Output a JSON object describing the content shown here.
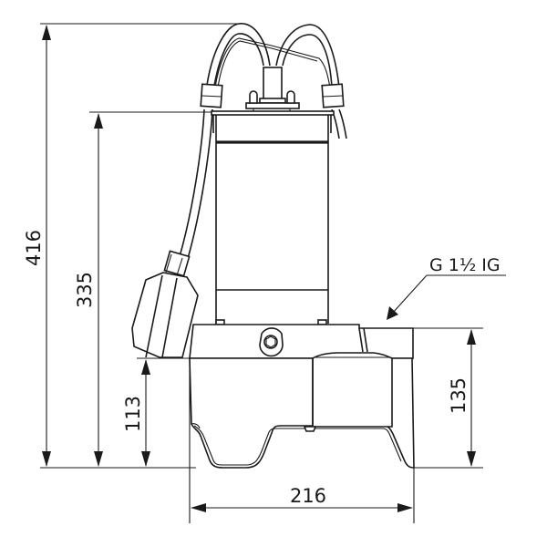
{
  "drawing": {
    "title": "Submersible pump dimension drawing",
    "colors": {
      "line": "#1a1a1a",
      "background": "#ffffff"
    }
  },
  "dimensions": {
    "overall_height": {
      "value": "416",
      "unit": "mm",
      "orientation": "vertical"
    },
    "motor_top_height": {
      "value": "335",
      "unit": "mm",
      "orientation": "vertical"
    },
    "float_switch_height": {
      "value": "113",
      "unit": "mm",
      "orientation": "vertical"
    },
    "outlet_height": {
      "value": "135",
      "unit": "mm",
      "orientation": "vertical"
    },
    "base_width": {
      "value": "216",
      "unit": "mm",
      "orientation": "horizontal"
    }
  },
  "callouts": {
    "outlet_connection": {
      "label": "G 1½ IG"
    }
  },
  "components": [
    {
      "name": "power-cable-loops"
    },
    {
      "name": "cable-gland"
    },
    {
      "name": "motor-housing"
    },
    {
      "name": "float-switch"
    },
    {
      "name": "pump-base-housing"
    },
    {
      "name": "pressure-outlet"
    },
    {
      "name": "base-feet"
    }
  ]
}
